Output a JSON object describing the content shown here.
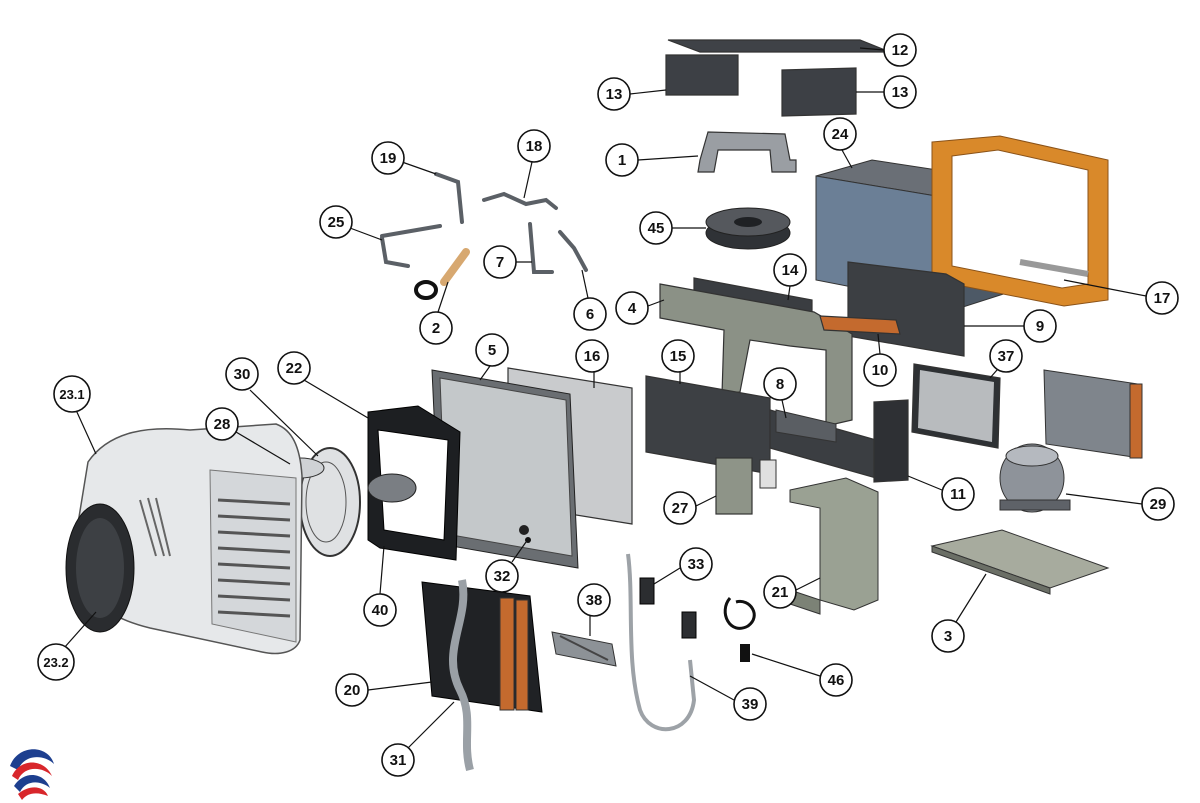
{
  "diagram": {
    "type": "exploded-parts-view",
    "part_numbers": [
      "1",
      "2",
      "3",
      "4",
      "5",
      "6",
      "7",
      "8",
      "9",
      "10",
      "11",
      "12",
      "13",
      "13",
      "14",
      "15",
      "16",
      "17",
      "18",
      "19",
      "20",
      "21",
      "22",
      "23.1",
      "23.2",
      "24",
      "25",
      "27",
      "28",
      "29",
      "30",
      "31",
      "32",
      "33",
      "37",
      "38",
      "39",
      "40",
      "45",
      "46"
    ]
  },
  "colors": {
    "panel_dark": "#4a4d52",
    "panel_mid": "#8a8f94",
    "panel_light": "#c9cccf",
    "frame_orange": "#d9892a",
    "copper": "#c46a2e",
    "cover_white": "#e6e8ea",
    "logo_blue": "#1d3f8f",
    "logo_red": "#d8262b"
  },
  "logo": {
    "icon": "brand-swirl-logo-icon"
  }
}
